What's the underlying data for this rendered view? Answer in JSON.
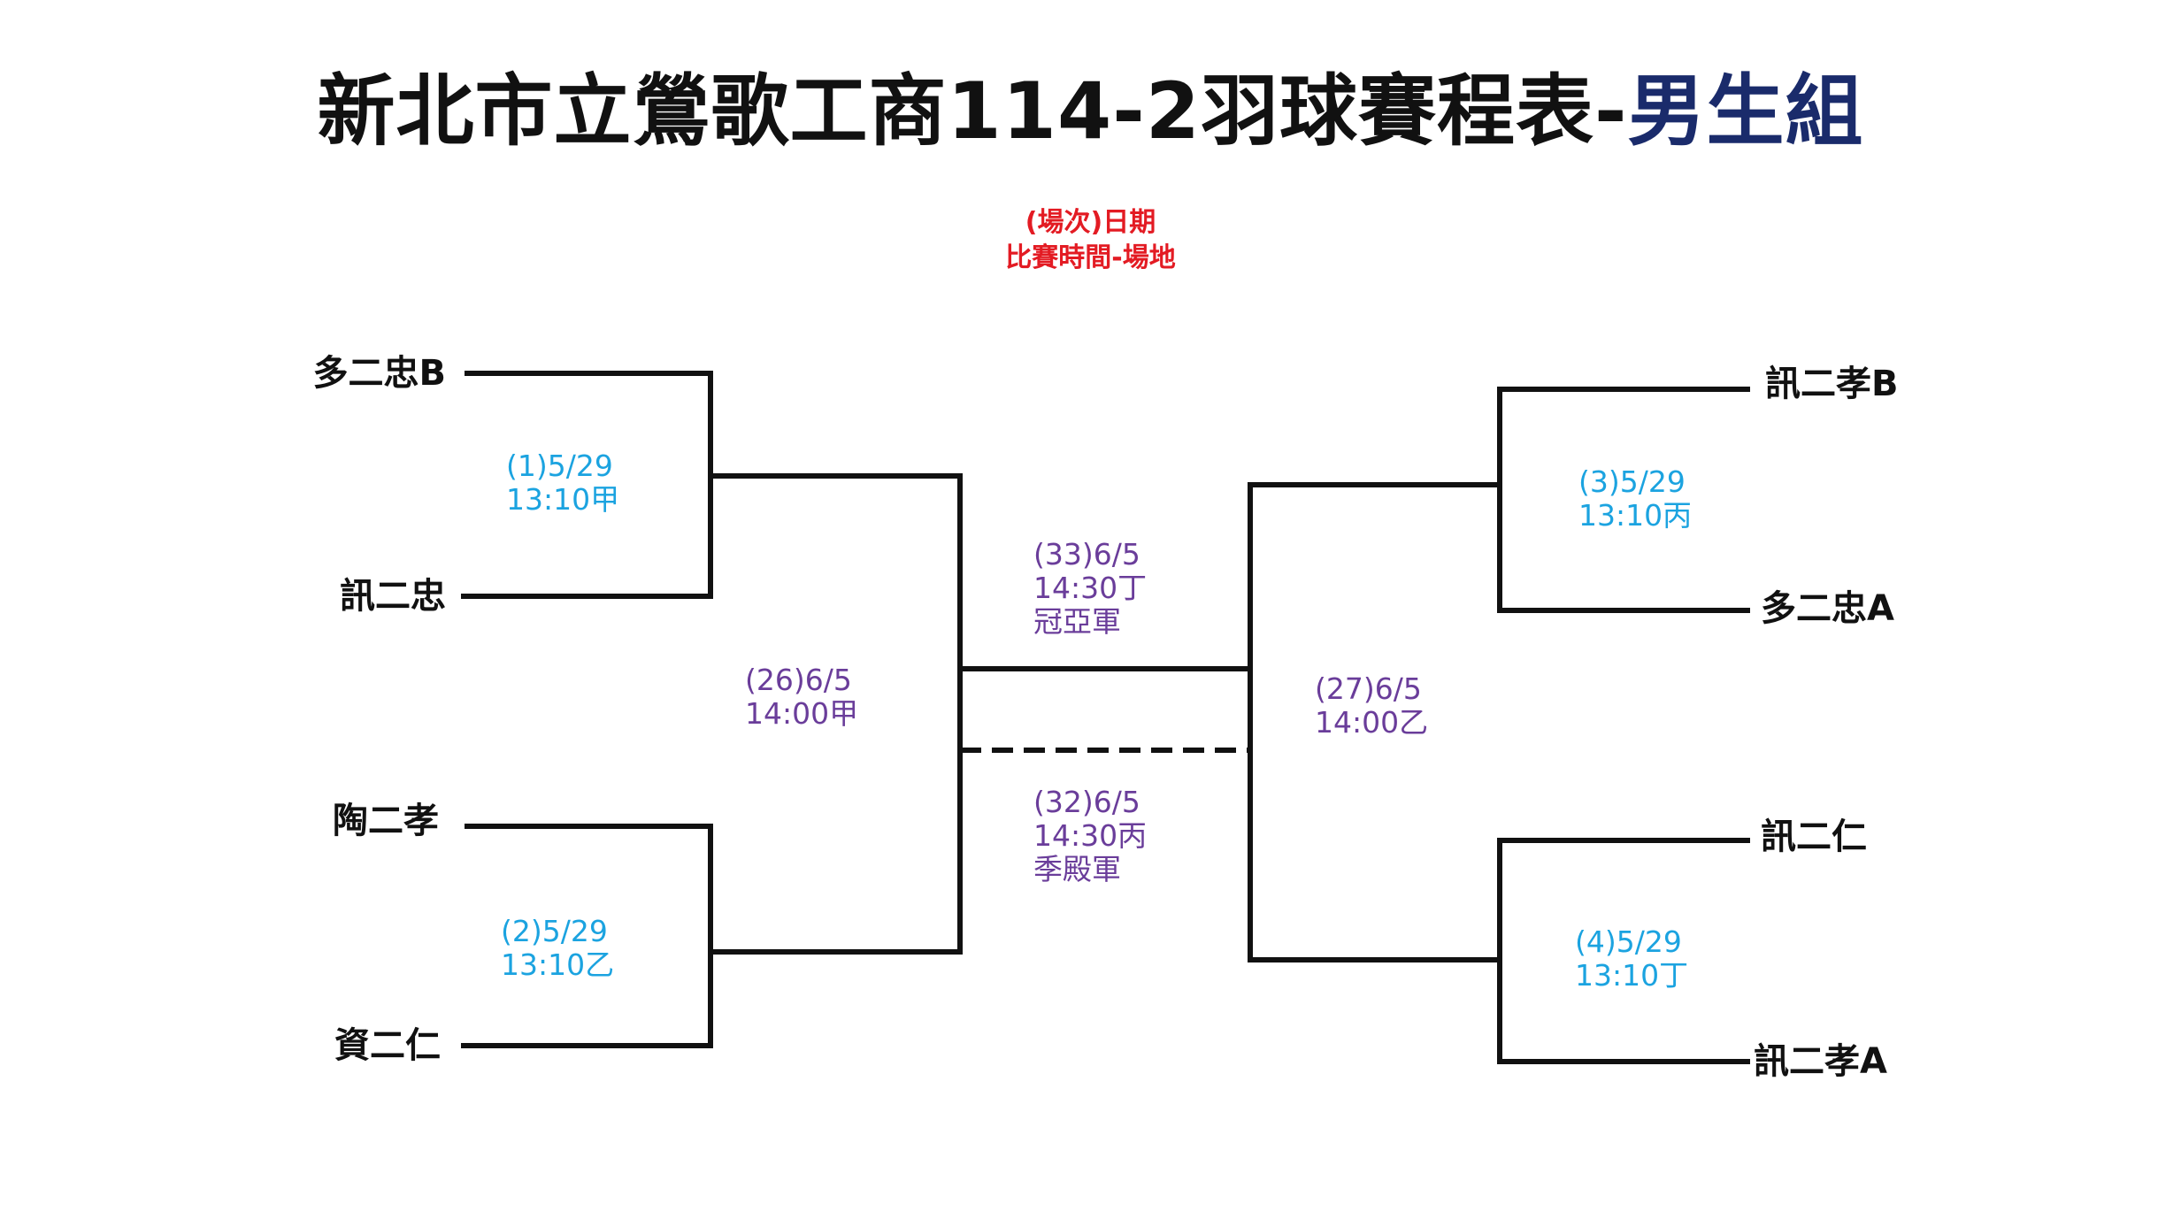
{
  "title": {
    "main": "新北市立鶯歌工商114-2羽球賽程表-",
    "group": "男生組"
  },
  "colors": {
    "title": "#111111",
    "group": "#1a2b6b",
    "legend": "#e31b23",
    "round1": "#1ba3e0",
    "later": "#6a3d9a",
    "lines": "#111111"
  },
  "legend": {
    "line1": "(場次)日期",
    "line2": "比賽時間-場地"
  },
  "teams": {
    "left": [
      "多二忠B",
      "訊二忠",
      "陶二孝",
      "資二仁"
    ],
    "right": [
      "訊二孝B",
      "多二忠A",
      "訊二仁",
      "訊二孝A"
    ]
  },
  "matches": {
    "m1": {
      "line1": "(1)5/29",
      "line2": "13:10甲"
    },
    "m2": {
      "line1": "(2)5/29",
      "line2": "13:10乙"
    },
    "m3": {
      "line1": "(3)5/29",
      "line2": "13:10丙"
    },
    "m4": {
      "line1": "(4)5/29",
      "line2": "13:10丁"
    },
    "m26": {
      "line1": "(26)6/5",
      "line2": "14:00甲"
    },
    "m27": {
      "line1": "(27)6/5",
      "line2": "14:00乙"
    },
    "m33": {
      "line1": "(33)6/5",
      "line2": "14:30丁",
      "line3": "冠亞軍"
    },
    "m32": {
      "line1": "(32)6/5",
      "line2": "14:30丙",
      "line3": "季殿軍"
    }
  }
}
